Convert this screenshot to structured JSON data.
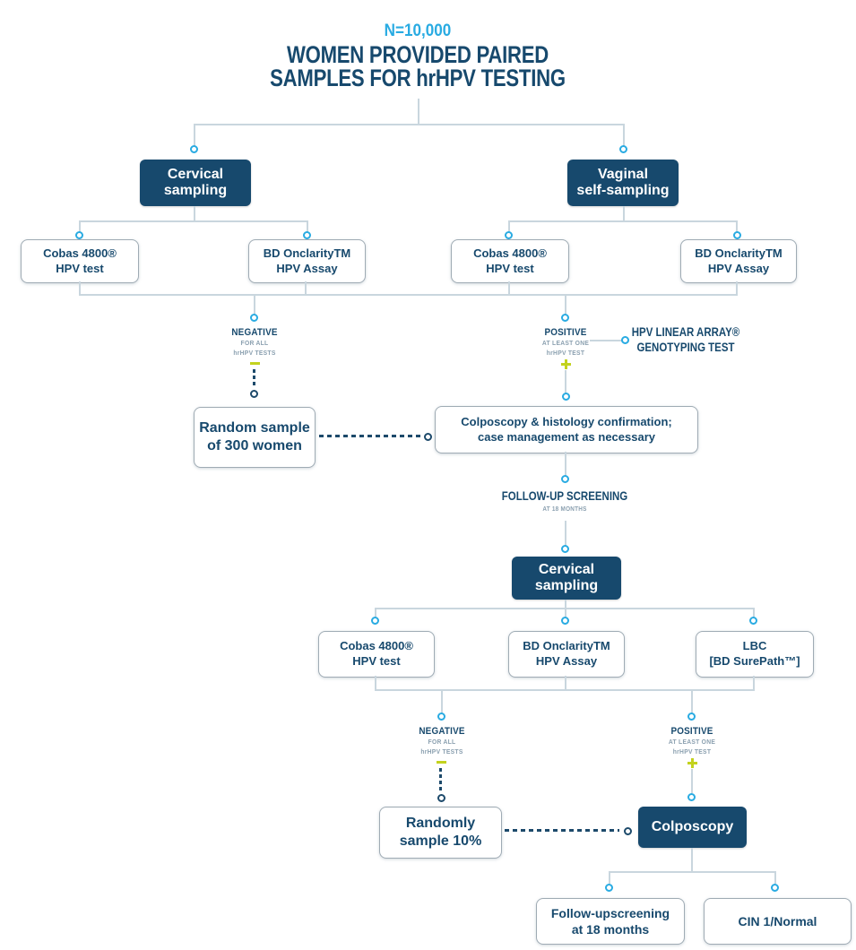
{
  "header": {
    "count": "N=10,000",
    "title_line1": "WOMEN PROVIDED PAIRED",
    "title_line2": "SAMPLES FOR hrHPV TESTING"
  },
  "sampling_arms": {
    "cervical": {
      "line1": "Cervical",
      "line2": "sampling"
    },
    "vaginal": {
      "line1": "Vaginal",
      "line2": "self-sampling"
    }
  },
  "round1_tests": [
    {
      "line1": "Cobas 4800®",
      "line2": "HPV test"
    },
    {
      "line1": "BD OnclarityTM",
      "line2": "HPV Assay"
    },
    {
      "line1": "Cobas 4800®",
      "line2": "HPV test"
    },
    {
      "line1": "BD OnclarityTM",
      "line2": "HPV Assay"
    }
  ],
  "round1_outcomes": {
    "negative": {
      "title": "NEGATIVE",
      "sub1": "FOR ALL",
      "sub2": "hrHPV TESTS"
    },
    "positive": {
      "title": "POSITIVE",
      "sub1": "AT LEAST ONE",
      "sub2": "hrHPV TEST"
    }
  },
  "genotyping": {
    "line1": "HPV LINEAR ARRAY®",
    "line2": "GENOTYPING TEST"
  },
  "random_sample_300": {
    "line1": "Random sample",
    "line2": "of 300 women"
  },
  "colposcopy_histology": {
    "line1": "Colposcopy & histology confirmation;",
    "line2": "case management as necessary"
  },
  "follow_up": {
    "line1": "FOLLOW-UP SCREENING",
    "line2": "AT 18 MONTHS"
  },
  "round2_arm": {
    "line1": "Cervical",
    "line2": "sampling"
  },
  "round2_tests": [
    {
      "line1": "Cobas 4800®",
      "line2": "HPV test"
    },
    {
      "line1": "BD OnclarityTM",
      "line2": "HPV Assay"
    },
    {
      "line1": "LBC",
      "line2": "[BD SurePath™]"
    }
  ],
  "round2_outcomes": {
    "negative": {
      "title": "NEGATIVE",
      "sub1": "FOR ALL",
      "sub2": "hrHPV TESTS"
    },
    "positive": {
      "title": "POSITIVE",
      "sub1": "AT LEAST ONE",
      "sub2": "hrHPV TEST"
    }
  },
  "random_sample_10": {
    "line1": "Randomly",
    "line2": "sample 10%"
  },
  "colposcopy": {
    "label": "Colposcopy"
  },
  "final_outcomes": {
    "followup": {
      "line1": "Follow-upscreening",
      "line2": "at 18 months"
    },
    "cin": {
      "label": "CIN 1/Normal"
    }
  },
  "colors": {
    "navy": "#17496d",
    "cyan": "#29abe2",
    "lime": "#c3d21e",
    "connector_line": "#c9d6de",
    "muted_label": "#8ba0b0"
  },
  "icons": {
    "positive_sign": "plus-cross-lime",
    "negative_sign": "minus-bar-lime",
    "connector_dot_open": "cyan-ring-circle",
    "connector_dot_dark": "navy-ring-circle"
  }
}
